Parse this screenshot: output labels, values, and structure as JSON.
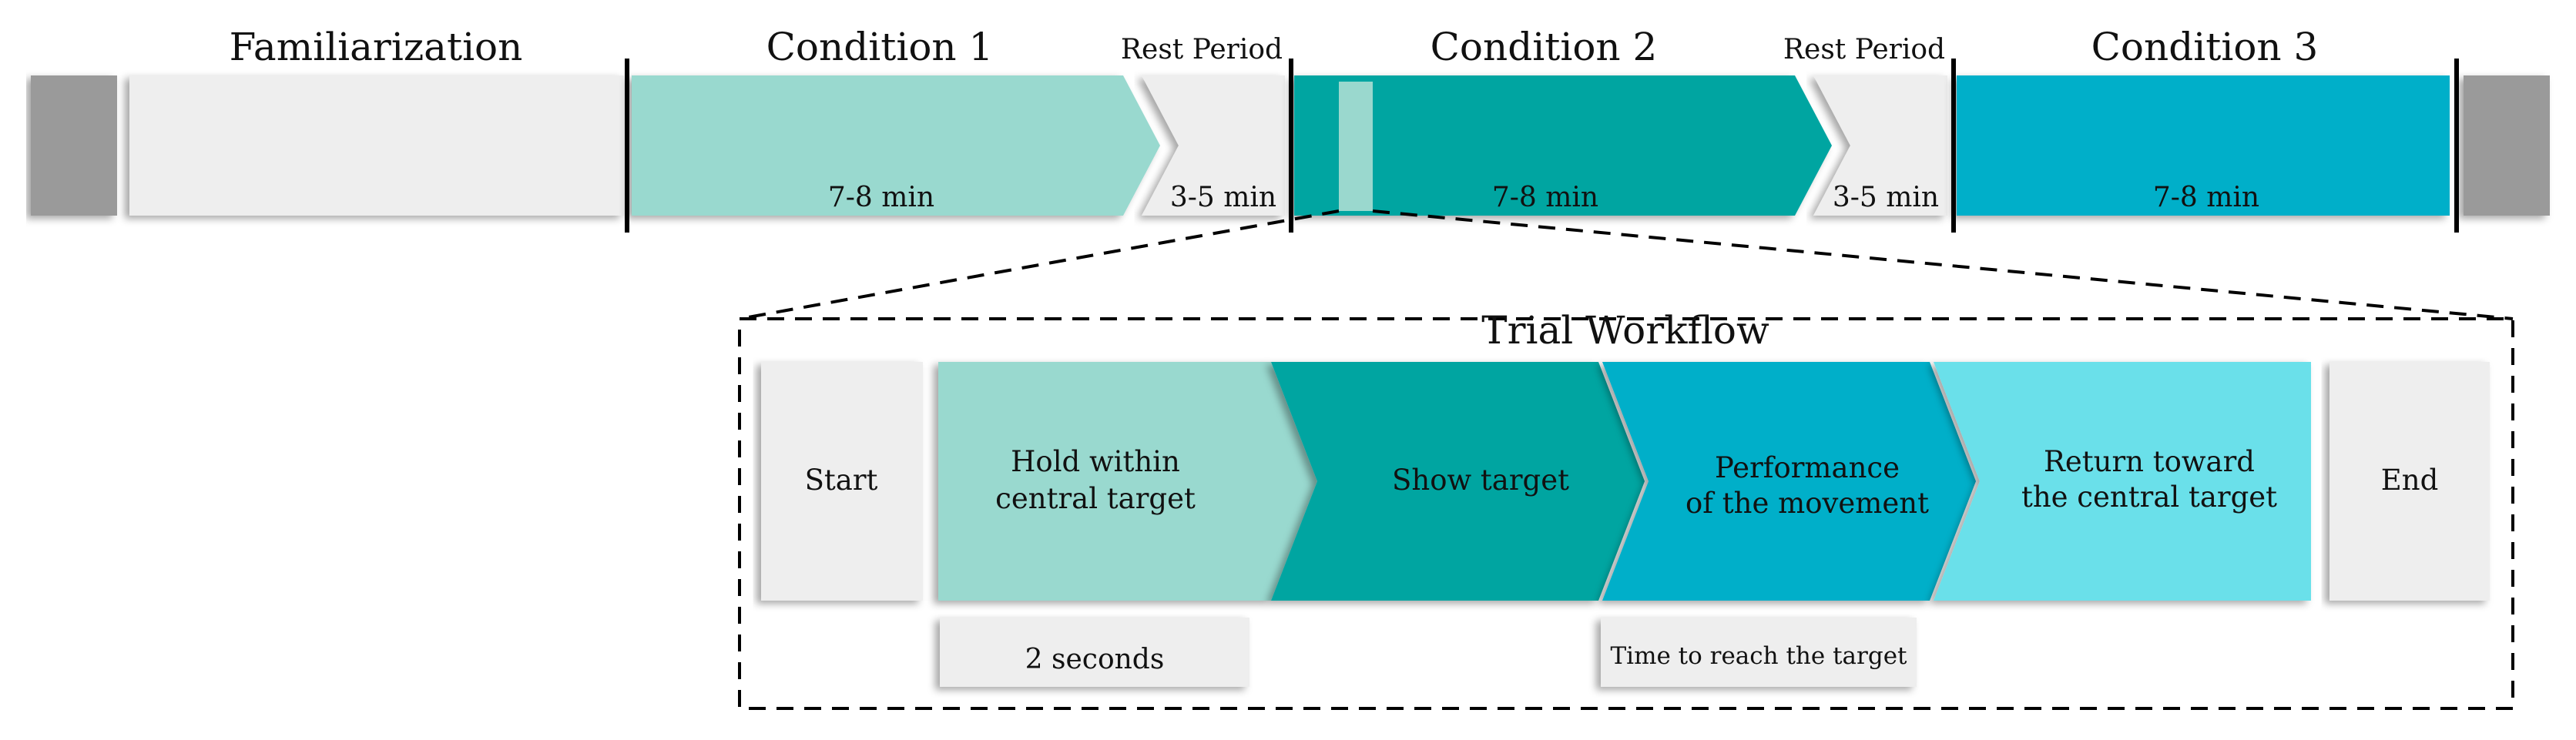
{
  "timeline": {
    "familiarization": "Familiarization",
    "condition1": {
      "title": "Condition 1",
      "duration": "7-8 min"
    },
    "rest1": {
      "title": "Rest Period",
      "duration": "3-5 min"
    },
    "condition2": {
      "title": "Condition 2",
      "duration": "7-8 min"
    },
    "rest2": {
      "title": "Rest Period",
      "duration": "3-5 min"
    },
    "condition3": {
      "title": "Condition 3",
      "duration": "7-8 min"
    }
  },
  "workflow": {
    "title": "Trial Workflow",
    "start": "Start",
    "hold_line1": "Hold within",
    "hold_line2": "central target",
    "show": "Show target",
    "perf_line1": "Performance",
    "perf_line2": "of the movement",
    "return_line1": "Return toward",
    "return_line2": "the central target",
    "end": "End",
    "hold_duration": "2 seconds",
    "reach_time": "Time to reach the target"
  },
  "colors": {
    "grey_block": "#9a9a9a",
    "light_block": "#eeeeee",
    "condition1": "#99d9cf",
    "condition2": "#00a5a1",
    "condition3": "#00afc9",
    "return_step": "#6ae0ea"
  }
}
